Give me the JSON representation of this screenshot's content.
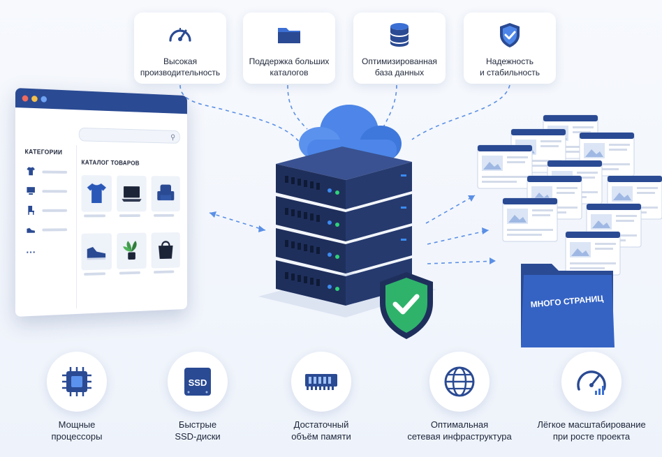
{
  "features": [
    {
      "label": "Высокая\nпроизводительность",
      "icon": "speedometer-icon"
    },
    {
      "label": "Поддержка больших\nкаталогов",
      "icon": "folder-icon"
    },
    {
      "label": "Оптимизированная\nбаза данных",
      "icon": "database-icon"
    },
    {
      "label": "Надежность\nи стабильность",
      "icon": "shield-check-icon"
    }
  ],
  "store_window": {
    "categories_title": "КАТЕГОРИИ",
    "catalog_title": "КАТАЛОГ ТОВАРОВ",
    "categories": [
      "tshirt-icon",
      "monitor-icon",
      "chair-icon",
      "sneaker-icon",
      "more-dots-icon"
    ],
    "more_label": "...",
    "products": [
      "tshirt",
      "laptop",
      "armchair",
      "sneaker",
      "plant",
      "handbag"
    ]
  },
  "pages_folder": {
    "label": "МНОГО СТРАНИЦ"
  },
  "specs": [
    {
      "label": "Мощные\nпроцессоры",
      "icon": "cpu-icon"
    },
    {
      "label": "Быстрые\nSSD-диски",
      "icon": "ssd-icon",
      "icon_text": "SSD"
    },
    {
      "label": "Достаточный\nобъём памяти",
      "icon": "ram-icon"
    },
    {
      "label": "Оптимальная\nсетевая инфраструктура",
      "icon": "globe-icon"
    },
    {
      "label": "Лёгкое масштабирование\nпри росте проекта",
      "icon": "scaling-gauge-icon"
    }
  ],
  "colors": {
    "primary": "#2a4a93",
    "accent": "#3b6fd4",
    "server": "#1f2f5c",
    "shield_green": "#2fb36b",
    "cloud": "#4d86e8"
  }
}
